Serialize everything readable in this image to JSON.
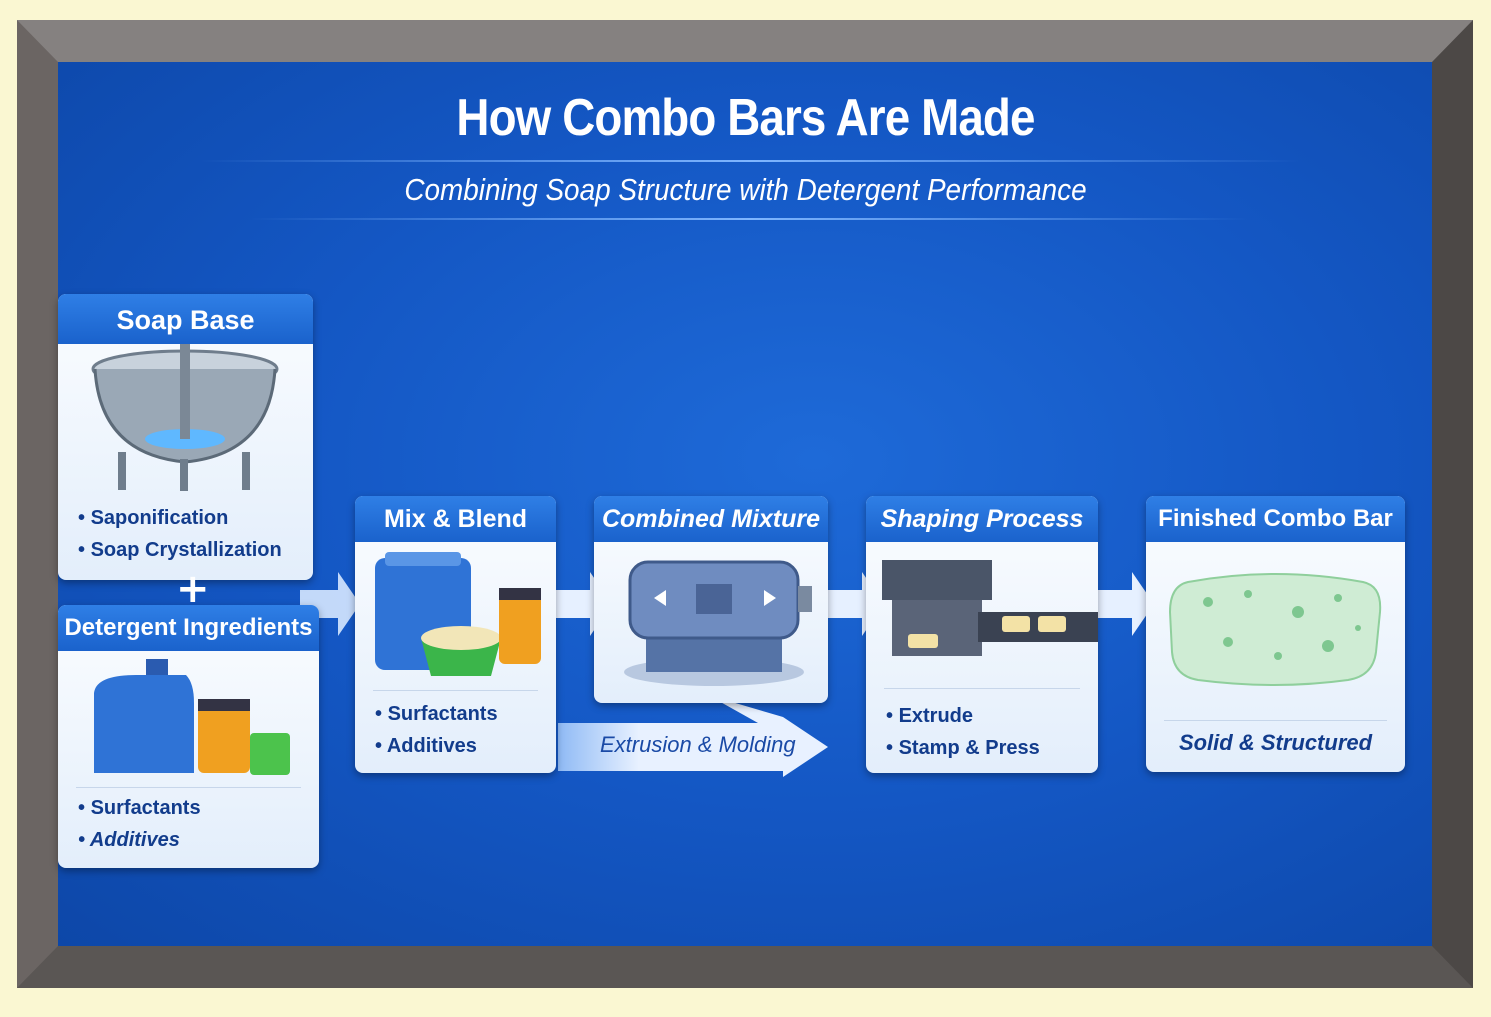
{
  "title": "How Combo Bars Are Made",
  "subtitle": "Combining Soap Structure with Detergent Performance",
  "plus": "+",
  "stages": {
    "soap_base": {
      "title": "Soap Base",
      "items": [
        "Saponification",
        "Soap Crystallization"
      ]
    },
    "detergent": {
      "title": "Detergent Ingredients",
      "items": [
        "Surfactants",
        "Additives"
      ]
    },
    "mix": {
      "title": "Mix & Blend",
      "items": [
        "Surfactants",
        "Additives"
      ]
    },
    "combined": {
      "title": "Combined Mixture"
    },
    "shaping": {
      "title": "Shaping Process",
      "items": [
        "Extrude",
        "Stamp & Press"
      ]
    },
    "finished": {
      "title": "Finished Combo Bar",
      "caption": "Solid & Structured"
    }
  },
  "extrusion_label": "Extrusion & Molding"
}
